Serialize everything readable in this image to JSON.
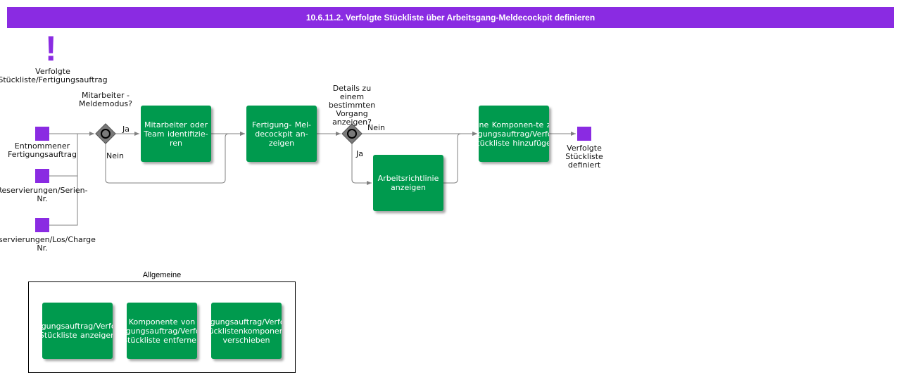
{
  "header": {
    "title": "10.6.11.2. Verfolgte Stückliste über Arbeitsgang-Meldecockpit definieren"
  },
  "start_note": {
    "label": "Verfolgte Stückliste/Fertigungsauftrag"
  },
  "events": {
    "start1": "Entnommener Fertigungsauftrag",
    "start2": "Reservierungen/Serien-Nr.",
    "start3": "Reservierungen/Los/Charge Nr.",
    "end": "Verfolgte Stückliste definiert"
  },
  "gateways": {
    "g1": "Mitarbeiter - Meldemodus?",
    "g2": "Details zu einem bestimmten Vorgang anzeigen?"
  },
  "edge_labels": {
    "g1_yes": "Ja",
    "g1_no": "Nein",
    "g2_yes": "Ja",
    "g2_no": "Nein"
  },
  "tasks": {
    "t1": "Mitarbeiter oder Team identifizie-ren",
    "t2": "Fertigung- Mel-decockpit an-zeigen",
    "t3": "Arbeitsrichtlinie anzeigen",
    "t4": "Eine Komponen-te zu Fertigungsauftrag/Verfolgte Stückliste hinzufügen"
  },
  "group": {
    "title": "Allgemeine",
    "tasks": [
      "Fertigungsauftrag/Verfolgte Stückliste anzeigen",
      "Komponente von Fertigungsauftrag/Verfolgte Stückliste entfernen",
      "Fertigungsauftrag/Verfolgte Stücklistenkomponente verschieben"
    ]
  }
}
